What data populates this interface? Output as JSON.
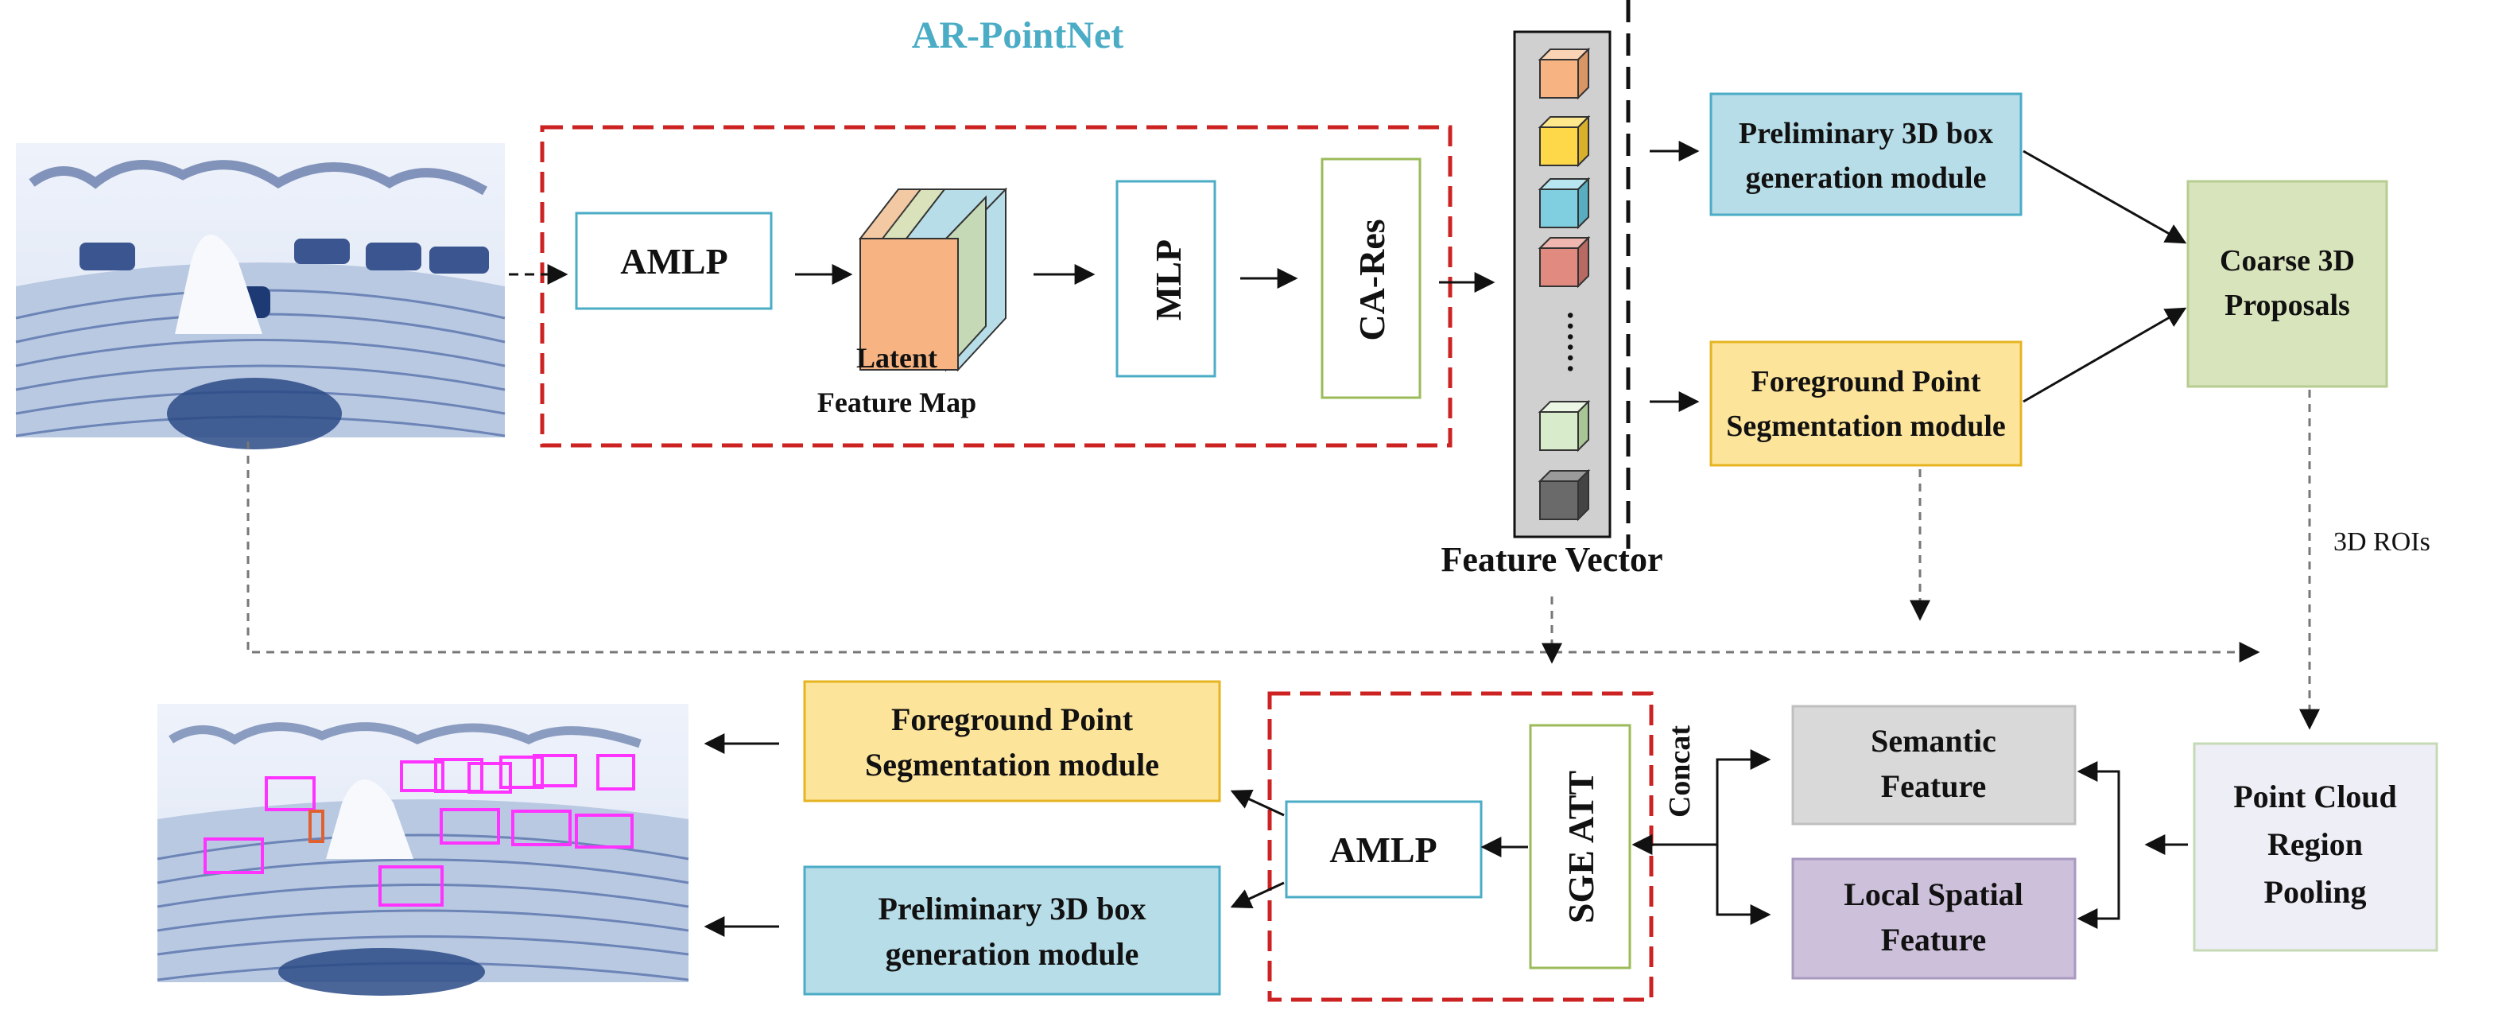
{
  "title": "AR-PointNet",
  "colors": {
    "title": "#4bacc6",
    "blue_box": "#b7dde8",
    "yellow_box": "#fde49b",
    "green_box": "#d8e4bc",
    "gray_box": "#d9d9d9",
    "purple_box": "#ccc0da",
    "pool_box": "#eeeef6",
    "dashed_frame": "#cc2222",
    "detection": "#ff33ff"
  },
  "top": {
    "amlp": "AMLP",
    "latent_label": [
      "Latent",
      "Feature Map"
    ],
    "mlp": "MLP",
    "ca_res": "CA-Res",
    "feature_vector_label": "Feature Vector",
    "feature_vector_dots": "……",
    "box_gen": [
      "Preliminary 3D box",
      "generation module"
    ],
    "fg_seg": [
      "Foreground Point",
      "Segmentation module"
    ],
    "coarse": [
      "Coarse 3D",
      "Proposals"
    ],
    "rois": "3D ROIs"
  },
  "bottom": {
    "fg_seg": [
      "Foreground Point",
      "Segmentation module"
    ],
    "box_gen": [
      "Preliminary 3D box",
      "generation module"
    ],
    "amlp": "AMLP",
    "sge_att": "SGE ATT",
    "concat": "Concat",
    "semantic": [
      "Semantic",
      "Feature"
    ],
    "local_spatial": [
      "Local Spatial",
      "Feature"
    ],
    "pool": [
      "Point Cloud",
      "Region",
      "Pooling"
    ]
  }
}
